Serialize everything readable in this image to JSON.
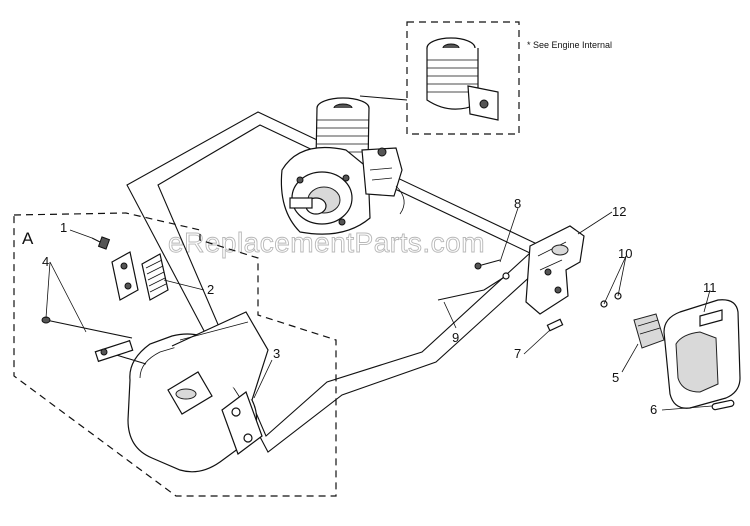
{
  "section_label": "A",
  "engine_note": "* See Engine Internal",
  "watermark": "eReplacementParts.com",
  "callouts": [
    {
      "id": "1",
      "text": "1"
    },
    {
      "id": "2",
      "text": "2"
    },
    {
      "id": "3",
      "text": "3"
    },
    {
      "id": "4",
      "text": "4"
    },
    {
      "id": "5",
      "text": "5"
    },
    {
      "id": "6",
      "text": "6"
    },
    {
      "id": "7",
      "text": "7"
    },
    {
      "id": "8",
      "text": "8"
    },
    {
      "id": "9",
      "text": "9"
    },
    {
      "id": "10",
      "text": "10"
    },
    {
      "id": "11",
      "text": "11"
    },
    {
      "id": "12",
      "text": "12"
    }
  ]
}
